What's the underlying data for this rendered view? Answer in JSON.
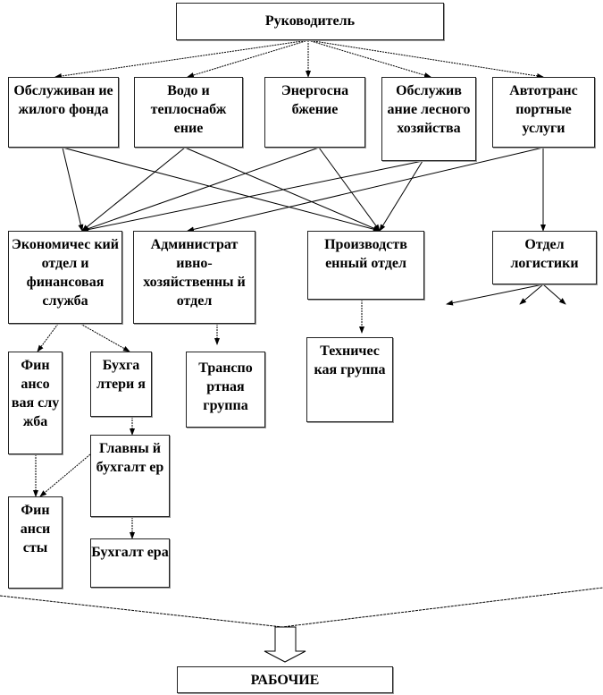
{
  "head": {
    "label": "Руководитель"
  },
  "services": [
    {
      "label": "Обслуживан ие жилого фонда"
    },
    {
      "label": "Водо и теплоснабж ение"
    },
    {
      "label": "Энергосна бжение"
    },
    {
      "label": "Обслужив ание лесного хозяйства"
    },
    {
      "label": "Автотранс портные услуги"
    }
  ],
  "departments": [
    {
      "label": "Экономичес кий отдел  и финансовая служба"
    },
    {
      "label": "Администрат ивно-хозяйственны й отдел"
    },
    {
      "label": "Производств енный отдел"
    },
    {
      "label": "Отдел логистики"
    }
  ],
  "units": {
    "finance_service": "Фин ансо вая слу жба",
    "accounting": "Бухга лтери я",
    "chief_accountant": "Главны й бухгалт ер",
    "accountants": "Бухгалт ера",
    "financiers": "Фин анси сты",
    "transport_group": "Транспо ртная группа",
    "technical_group": "Техничес кая группа"
  },
  "workers": {
    "label": "РАБОЧИЕ"
  }
}
